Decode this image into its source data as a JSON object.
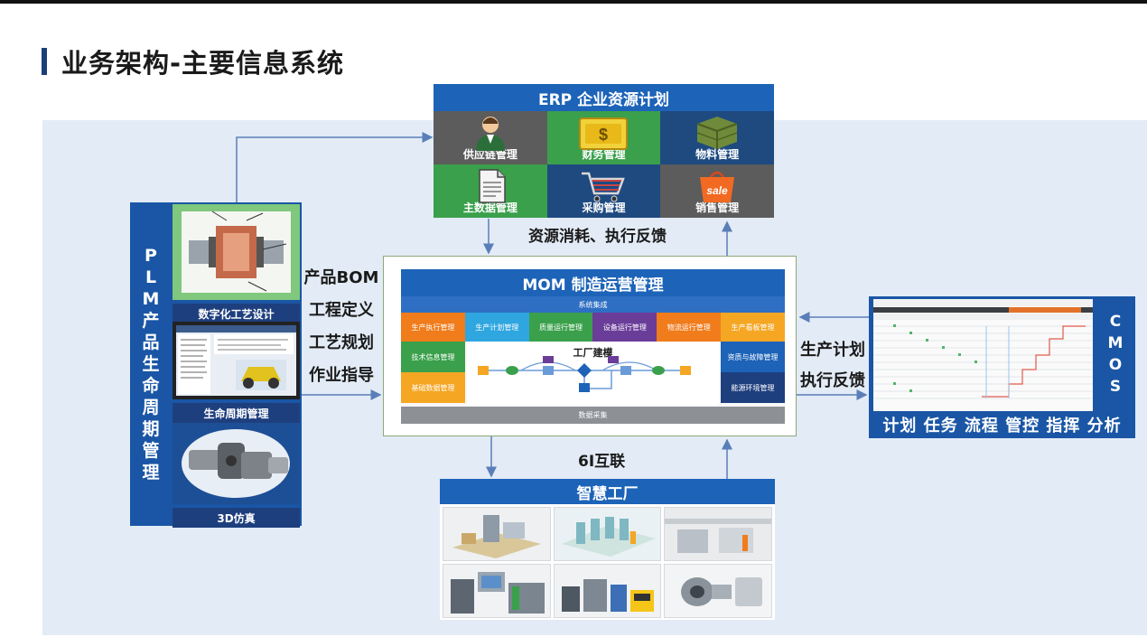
{
  "page": {
    "title": "业务架构-主要信息系统"
  },
  "erp": {
    "title": "ERP 企业资源计划",
    "modules": [
      {
        "label": "供应链管理",
        "icon": "person-icon",
        "color": "#5c5c5c"
      },
      {
        "label": "财务管理",
        "icon": "money-bag-icon",
        "color": "#3aa04b"
      },
      {
        "label": "物料管理",
        "icon": "pallet-icon",
        "color": "#1e4a80"
      },
      {
        "label": "主数据管理",
        "icon": "document-icon",
        "color": "#3aa04b"
      },
      {
        "label": "采购管理",
        "icon": "cart-icon",
        "color": "#1e4a80"
      },
      {
        "label": "销售管理",
        "icon": "sale-bag-icon",
        "color": "#5c5c5c"
      }
    ]
  },
  "flow_labels": {
    "erp_feedback": "资源消耗、执行反馈",
    "interconnect": "6I互联",
    "plm_outputs": [
      "产品BOM",
      "工程定义",
      "工艺规划",
      "作业指导"
    ],
    "cmos_outputs": [
      "生产计划",
      "执行反馈"
    ]
  },
  "plm": {
    "title_chars": [
      "P",
      "L",
      "M",
      "产",
      "品",
      "生",
      "命",
      "周",
      "期",
      "管",
      "理"
    ],
    "panels": [
      {
        "caption": "数字化工艺设计",
        "icon": "valve-assembly-icon"
      },
      {
        "caption": "生命周期管理",
        "icon": "software-window-icon"
      },
      {
        "caption": "3D仿真",
        "icon": "universal-joint-icon"
      }
    ]
  },
  "mom": {
    "title": "MOM 制造运营管理",
    "integration": "系统集成",
    "top_modules": [
      {
        "label": "生产执行管理",
        "color": "#f07c1c"
      },
      {
        "label": "生产计划管理",
        "color": "#2fa6e0"
      },
      {
        "label": "质量运行管理",
        "color": "#3aa04b"
      },
      {
        "label": "设备运行管理",
        "color": "#6a3d99"
      },
      {
        "label": "物流运行管理",
        "color": "#f07c1c"
      },
      {
        "label": "生产看板管理",
        "color": "#f5a623"
      }
    ],
    "left_modules": [
      {
        "label": "技术信息管理",
        "color": "#3aa04b"
      },
      {
        "label": "基础数据管理",
        "color": "#f5a623"
      }
    ],
    "right_modules": [
      {
        "label": "资质与故障管理",
        "color": "#1d63b8"
      },
      {
        "label": "能源环境管理",
        "color": "#1e3f7e"
      }
    ],
    "center_title": "工厂建模",
    "data_collection": "数据采集"
  },
  "cmos": {
    "title_chars": [
      "C",
      "M",
      "O",
      "S"
    ],
    "functions": "计划 任务 流程 管控 指挥 分析"
  },
  "factory": {
    "title": "智慧工厂",
    "images": [
      {
        "icon": "production-line-icon"
      },
      {
        "icon": "warehouse-rack-icon"
      },
      {
        "icon": "workshop-icon"
      },
      {
        "icon": "control-cabinet-icon"
      },
      {
        "icon": "automation-devices-icon"
      },
      {
        "icon": "machine-part-icon"
      }
    ]
  },
  "colors": {
    "primary_blue": "#1d63b8",
    "dark_blue": "#1a56a5",
    "band_bg": "#e3ebf6",
    "arrow": "#5a7fb8"
  }
}
